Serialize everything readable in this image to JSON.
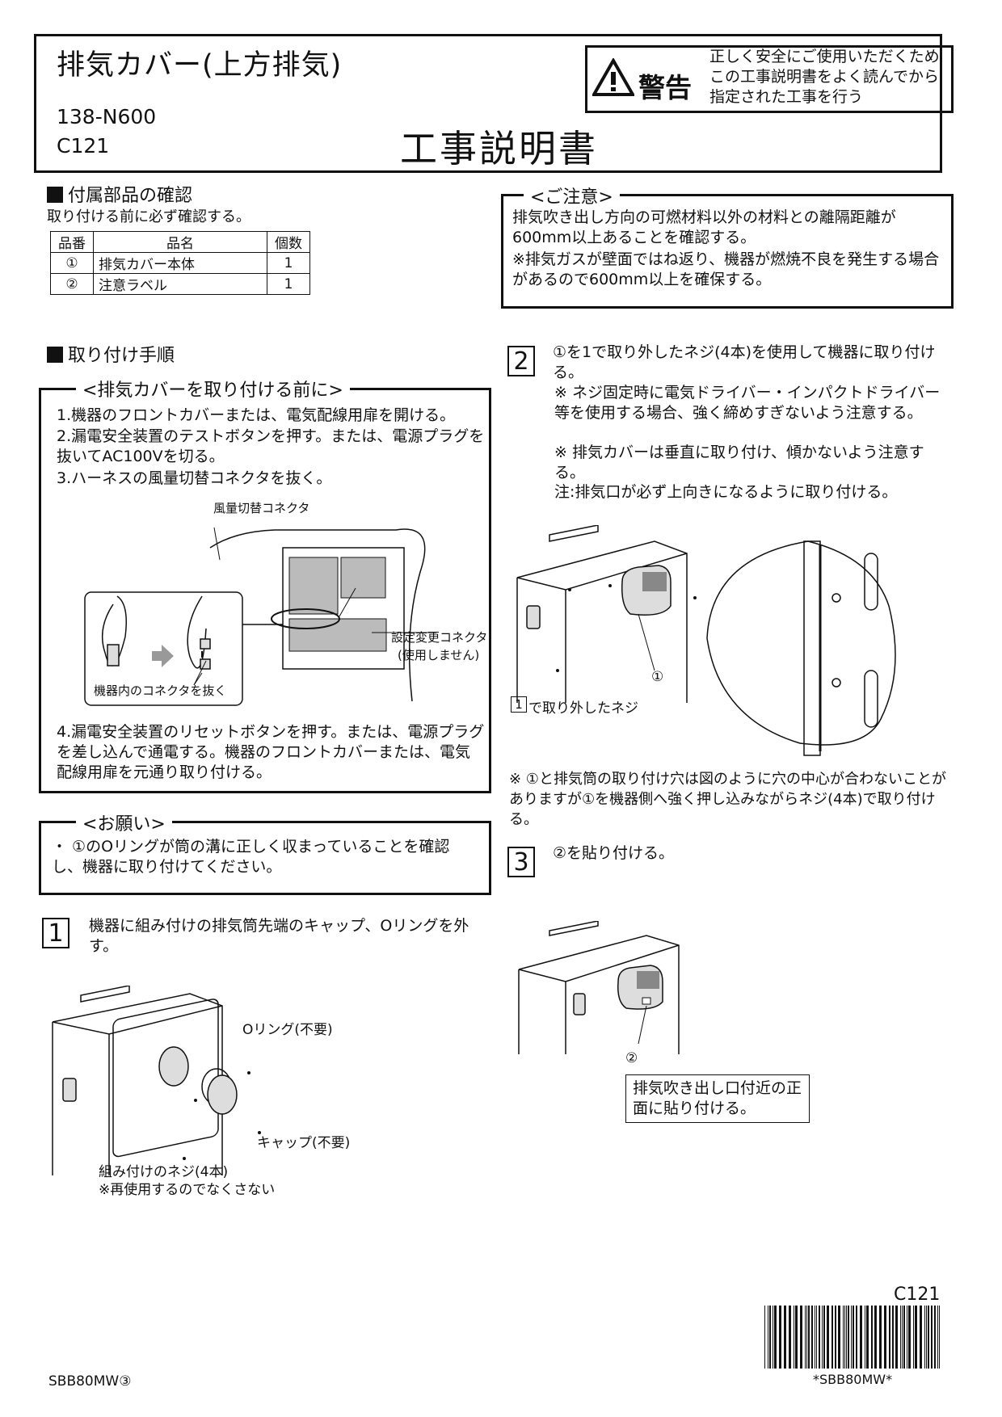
{
  "header": {
    "title": "排気カバー(上方排気)",
    "model": "138-N600",
    "code": "C121",
    "doc_title": "工事説明書",
    "warning_word": "警告",
    "warning_text": "正しく安全にご使用いただくためこの工事説明書をよく読んでから指定された工事を行う"
  },
  "parts": {
    "heading": "付属部品の確認",
    "note": "取り付ける前に必ず確認する。",
    "columns": [
      "品番",
      "品名",
      "個数"
    ],
    "rows": [
      [
        "①",
        "排気カバー本体",
        "1"
      ],
      [
        "②",
        "注意ラベル",
        "1"
      ]
    ]
  },
  "caution": {
    "label": "<ご注意>",
    "line1": "排気吹き出し方向の可燃材料以外の材料との離隔距離が600mm以上あることを確認する。",
    "line2": "※排気ガスが壁面ではね返り、機器が燃焼不良を発生する場合があるので600mm以上を確保する。"
  },
  "procedure": {
    "heading": "取り付け手順",
    "before_label": "<排気カバーを取り付ける前に>",
    "steps": [
      "1.機器のフロントカバーまたは、電気配線用扉を開ける。",
      "2.漏電安全装置のテストボタンを押す。または、電源プラグを抜いてAC100Vを切る。",
      "3.ハーネスの風量切替コネクタを抜く。",
      "4.漏電安全装置のリセットボタンを押す。または、電源プラグを差し込んで通電する。機器のフロントカバーまたは、電気配線用扉を元通り取り付ける。"
    ],
    "fig_connector": "風量切替コネクタ",
    "fig_setting": "設定変更コネクタ",
    "fig_setting_note": "(使用しません)",
    "fig_pull": "機器内のコネクタを抜く"
  },
  "request": {
    "label": "<お願い>",
    "text": "・ ①のOリングが筒の溝に正しく収まっていることを確認し、機器に取り付けてください。"
  },
  "step1": {
    "num": "1",
    "text": "機器に組み付けの排気筒先端のキャップ、Oリングを外す。",
    "oring": "Oリング(不要)",
    "cap": "キャップ(不要)",
    "screws": "組み付けのネジ(4本)",
    "screws_note": "※再使用するのでなくさない"
  },
  "step2": {
    "num": "2",
    "text": "①を1で取り外したネジ(4本)を使用して機器に取り付ける。",
    "note1": "※ ネジ固定時に電気ドライバー・インパクトドライバー等を使用する場合、強く締めすぎないよう注意する。",
    "note2": "※ 排気カバーは垂直に取り付け、傾かないよう注意する。",
    "note3": "注:排気口が必ず上向きになるように取り付ける。",
    "fig_label": "①",
    "fig_screw_num": "1",
    "fig_screw": "で取り外したネジ",
    "bottom_note": "※ ①と排気筒の取り付け穴は図のように穴の中心が合わないことがありますが①を機器側へ強く押し込みながらネジ(4本)で取り付ける。"
  },
  "step3": {
    "num": "3",
    "text": "②を貼り付ける。",
    "fig_label": "②",
    "callout": "排気吹き出し口付近の正面に貼り付ける。"
  },
  "footer": {
    "left": "SBB80MW③",
    "barcode_code": "C121",
    "barcode_text": "*SBB80MW*"
  }
}
